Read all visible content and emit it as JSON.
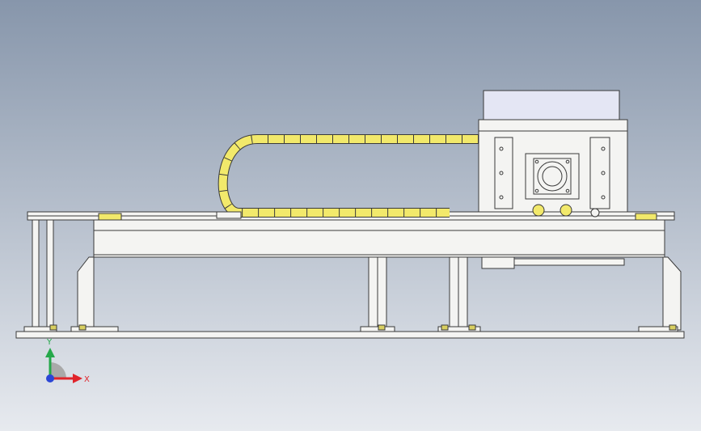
{
  "scene": {
    "type": "cad-3d-viewport",
    "view": "front",
    "background_top": "#8796ab",
    "background_bottom": "#e7eaef",
    "part_fill": "#f4f4f2",
    "part_stroke": "#3a3a3a",
    "cable_chain_color": "#f2e96b",
    "motor_cover_color": "#e4e6f4"
  },
  "triad": {
    "x_label": "X",
    "y_label": "Y",
    "x_color": "#e0242b",
    "y_color": "#25a84a",
    "z_color": "#2b46d6"
  }
}
